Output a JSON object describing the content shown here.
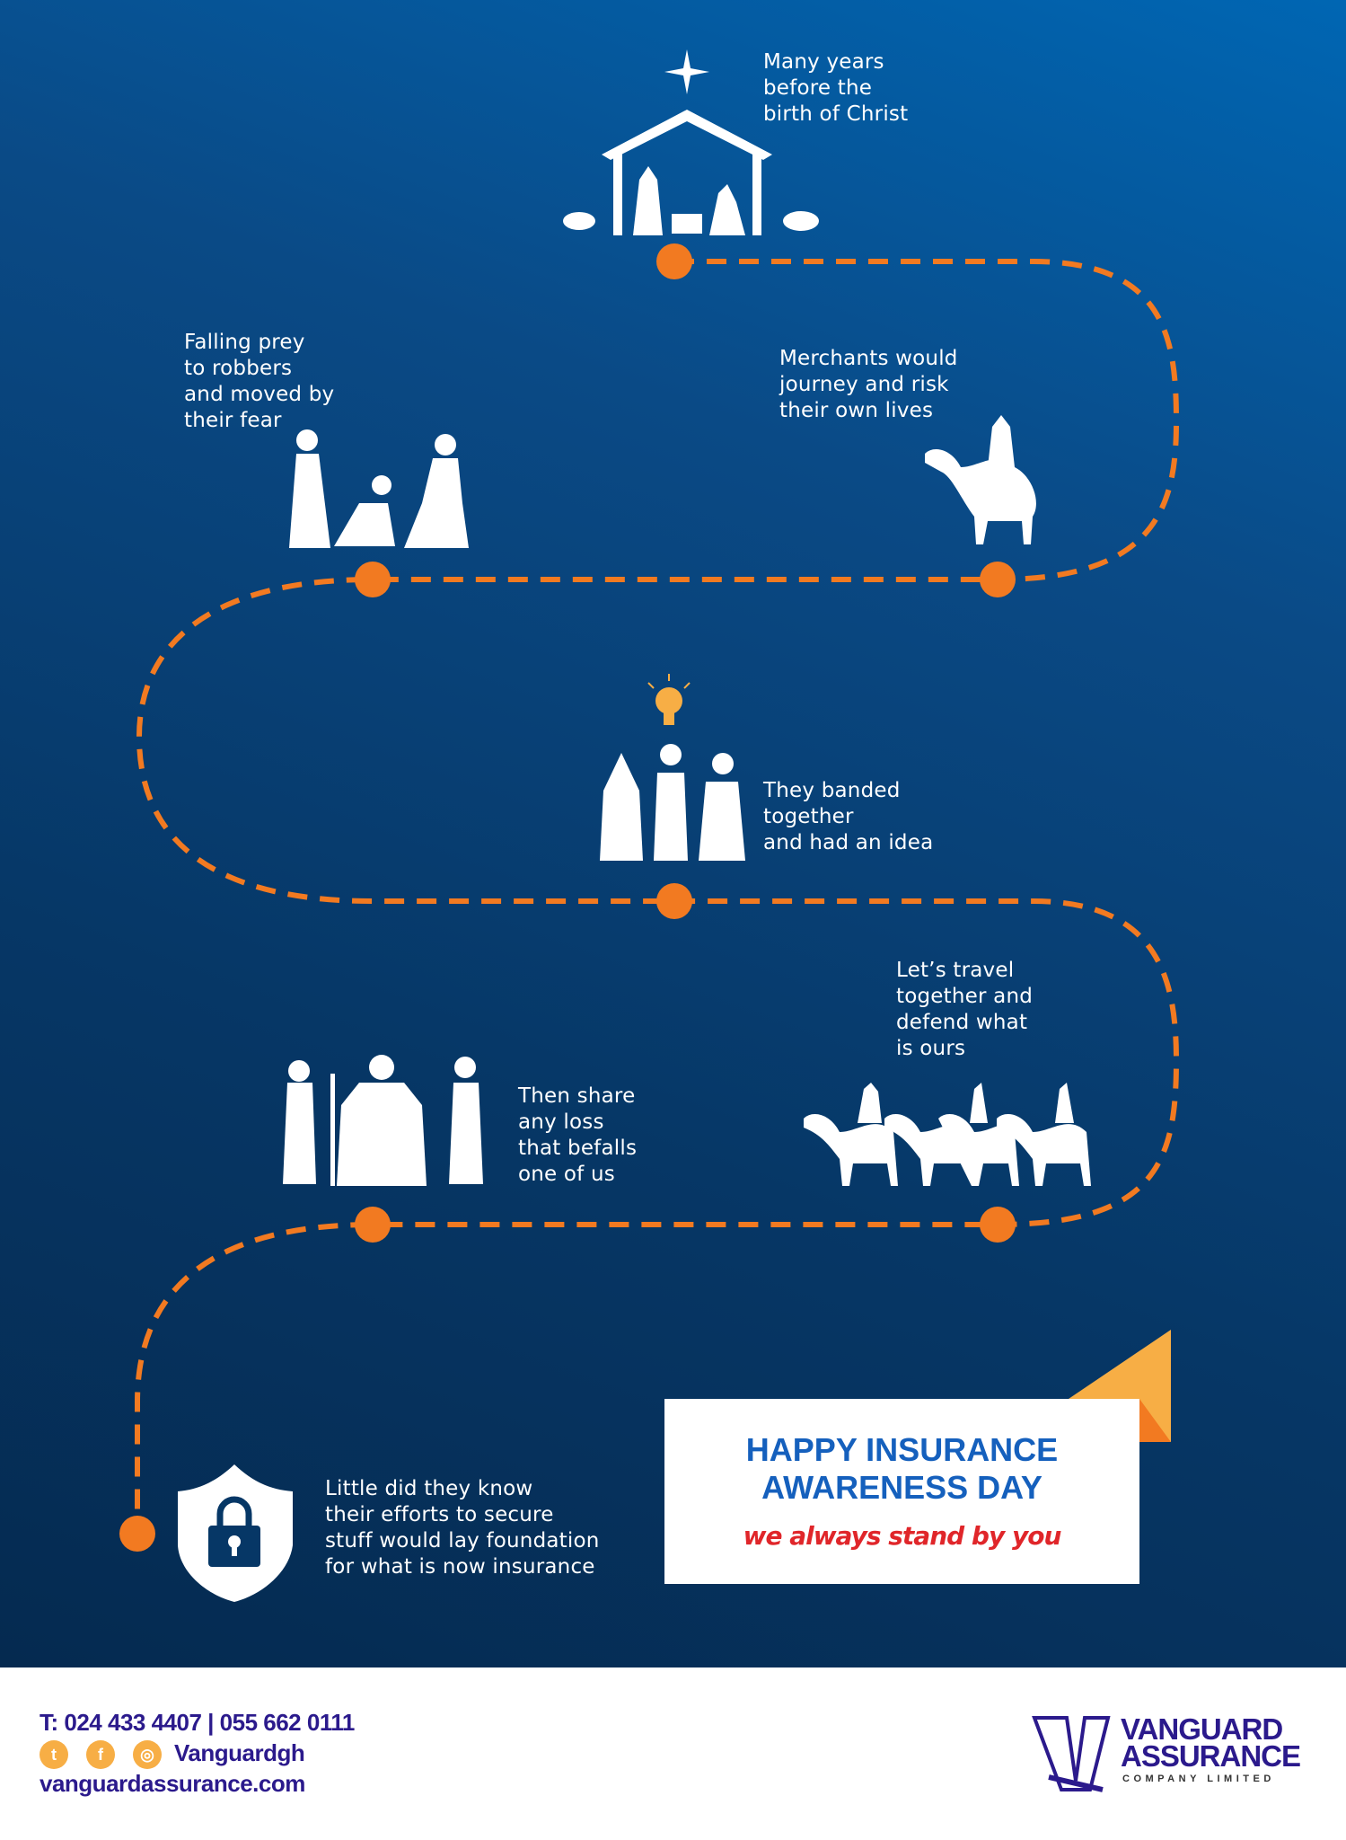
{
  "steps": [
    {
      "text": "Many years\nbefore the\nbirth of Christ",
      "icon": "nativity-icon"
    },
    {
      "text": "Merchants would\njourney and risk\ntheir own lives",
      "icon": "camel-rider-icon"
    },
    {
      "text": "Falling prey\nto robbers\nand moved by\ntheir fear",
      "icon": "robbery-figures-icon"
    },
    {
      "text": "They banded\ntogether\nand had an idea",
      "icon": "three-people-lightbulb-icon"
    },
    {
      "text": "Let’s travel\ntogether and\ndefend what\nis ours",
      "icon": "camel-caravan-icon"
    },
    {
      "text": "Then share\nany loss\nthat befalls\none of us",
      "icon": "group-figures-icon"
    },
    {
      "text": "Little did they know\ntheir efforts to secure\nstuff would lay foundation\nfor what is now insurance",
      "icon": "shield-lock-icon"
    }
  ],
  "card": {
    "title": "HAPPY INSURANCE\nAWARENESS DAY",
    "slogan": "we always stand by you"
  },
  "footer": {
    "phone": "T: 024 433 4407 | 055 662 0111",
    "social_handle": "Vanguardgh",
    "website": "vanguardassurance.com",
    "social_icons": [
      "twitter-icon",
      "facebook-icon",
      "instagram-icon"
    ]
  },
  "logo": {
    "mark": "VA",
    "name_line1": "VANGUARD",
    "name_line2": "ASSURANCE",
    "tagline": "COMPANY LIMITED"
  },
  "colors": {
    "path": "#f27a21",
    "brand": "#2b1a8c",
    "title": "#1560bd",
    "slogan": "#e0262a",
    "accent": "#f7ae45"
  }
}
